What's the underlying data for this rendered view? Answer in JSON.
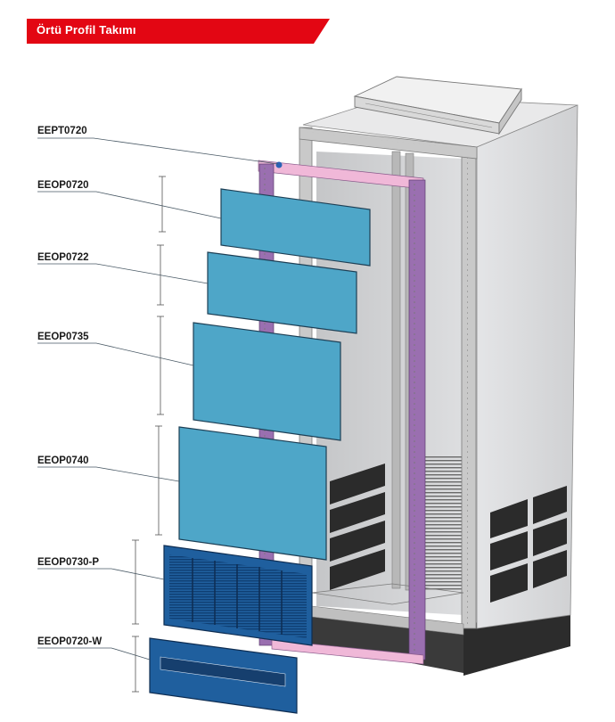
{
  "header": {
    "title": "Örtü Profil Takımı",
    "accent_color": "#e30613"
  },
  "colors": {
    "panel_blue": "#4ea6c8",
    "panel_dark_blue": "#1f5f9e",
    "frame_pink": "#f0b8d8",
    "frame_purple": "#9a6fb0",
    "cabinet_grey": "#c8c9cb"
  },
  "parts": [
    {
      "code": "EEPT0720"
    },
    {
      "code": "EEOP0720"
    },
    {
      "code": "EEOP0722"
    },
    {
      "code": "EEOP0735"
    },
    {
      "code": "EEOP0740"
    },
    {
      "code": "EEOP0730-P"
    },
    {
      "code": "EEOP0720-W"
    }
  ]
}
